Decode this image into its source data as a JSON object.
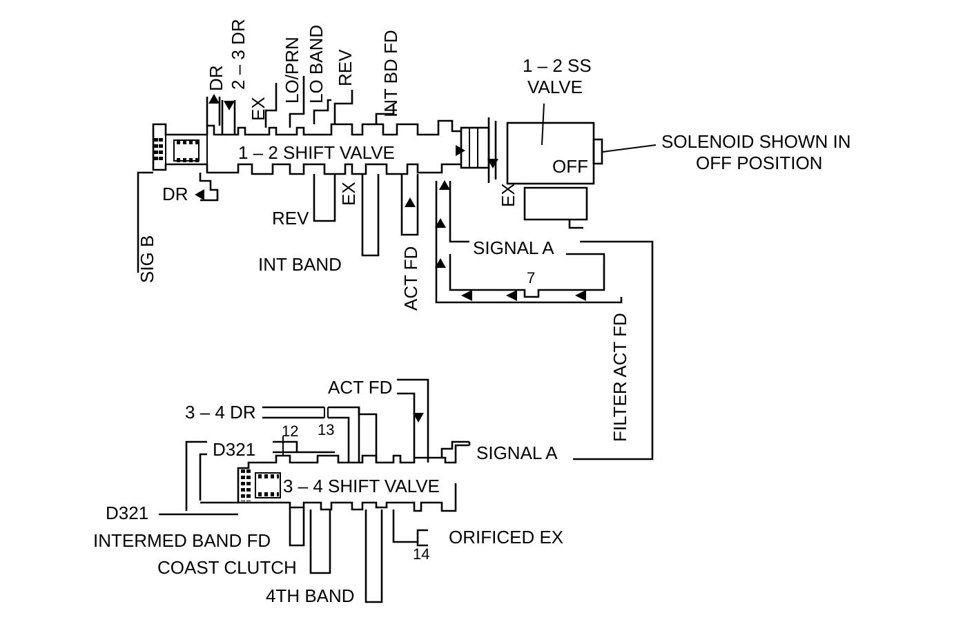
{
  "labels": {
    "dr_top": "DR",
    "dr23": "2 – 3 DR",
    "ex_top": "EX",
    "lo_prn": "LO/PRN",
    "lo_band": "LO BAND",
    "rev_top": "REV",
    "int_bd_fd": "INT BD FD",
    "ss_valve_line1": "1 – 2 SS",
    "ss_valve_line2": "VALVE",
    "solenoid_line1": "SOLENOID SHOWN IN",
    "solenoid_line2": "OFF POSITION",
    "off": "OFF",
    "shift_valve_12": "1 – 2 SHIFT VALVE",
    "dr_left": "DR",
    "sig_b": "SIG B",
    "rev_bottom": "REV",
    "ex_mid": "EX",
    "ex_solenoid": "EX",
    "int_band": "INT BAND",
    "act_fd_vertical": "ACT FD",
    "signal_a_upper": "SIGNAL A",
    "orifice_7": "7",
    "filter_act_fd": "FILTER ACT FD",
    "act_fd_lower": "ACT FD",
    "dr34": "3 – 4 DR",
    "orifice_12": "12",
    "orifice_13": "13",
    "d321_upper": "D321",
    "signal_a_lower": "SIGNAL A",
    "shift_valve_34": "3 – 4 SHIFT VALVE",
    "d321_lower": "D321",
    "intermed_band_fd": "INTERMED BAND FD",
    "coast_clutch": "COAST CLUTCH",
    "fourth_band": "4TH BAND",
    "orificed_ex": "ORIFICED EX",
    "orifice_14": "14"
  }
}
